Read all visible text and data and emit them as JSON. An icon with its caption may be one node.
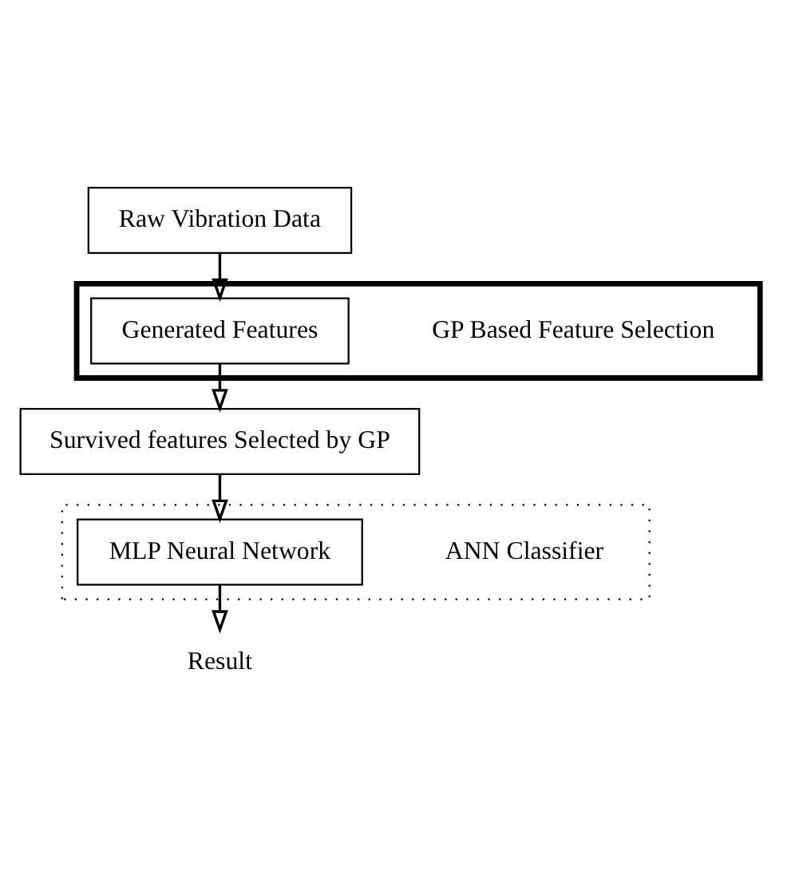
{
  "diagram": {
    "nodes": [
      {
        "text": [
          "Raw Vibration Data"
        ]
      },
      {
        "text": [],
        "shape": "box",
        "beside": [
          "GP Based Feature Selection"
        ]
      },
      {
        "text": [
          "Generated Features"
        ],
        "in": 1
      },
      {
        "text": [],
        "shape": "box",
        "beside": [
          "ANN Classifier"
        ]
      },
      {
        "text": [
          "Survived features Selected by GP"
        ]
      },
      {
        "text": [
          "MLP Neural Network"
        ],
        "in": 3
      },
      {
        "text": [
          "Result"
        ]
      }
    ],
    "edges": [
      {
        "from": 0,
        "to": 2,
        "arrow": "to"
      },
      {
        "from": 2,
        "to": 4,
        "arrow": "to"
      },
      {
        "from": 4,
        "to": 5,
        "arrow": "to"
      },
      {
        "from": 5,
        "to": 6,
        "arrow": "to"
      }
    ]
  }
}
